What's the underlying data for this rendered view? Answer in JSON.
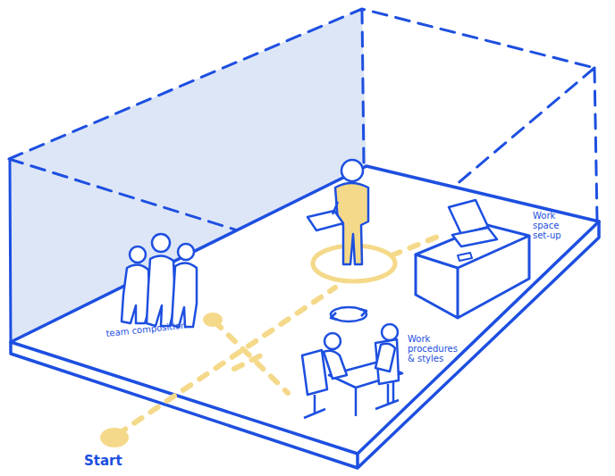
{
  "diagram": {
    "labels": [
      "team composition",
      "Work space set-up",
      "Work procedures & styles",
      "Start"
    ]
  }
}
